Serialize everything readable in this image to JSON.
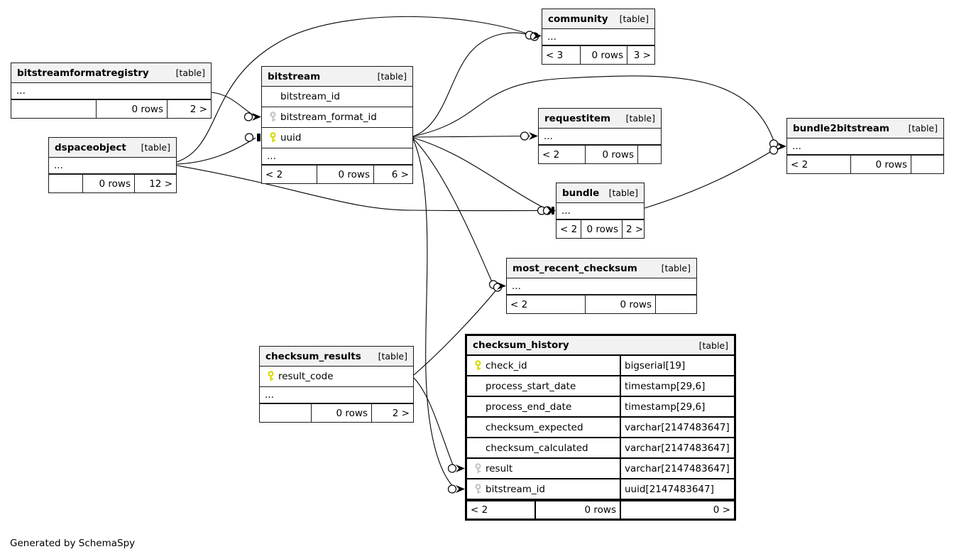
{
  "generator_note": "Generated by SchemaSpy",
  "colors": {
    "primary_key": "#d8d800",
    "foreign_key": "#c4c4c4",
    "header_bg": "#f2f2f2"
  },
  "tables": [
    {
      "id": "bitstreamformatregistry",
      "title": "bitstreamformatregistry",
      "badge": "[table]",
      "rows": [
        {
          "name": "...",
          "key": "none"
        }
      ],
      "footer": [
        "",
        "0 rows",
        "2 >"
      ]
    },
    {
      "id": "dspaceobject",
      "title": "dspaceobject",
      "badge": "[table]",
      "rows": [
        {
          "name": "...",
          "key": "none"
        }
      ],
      "footer": [
        "",
        "0 rows",
        "12 >"
      ]
    },
    {
      "id": "bitstream",
      "title": "bitstream",
      "badge": "[table]",
      "rows": [
        {
          "name": "bitstream_id",
          "key": "none"
        },
        {
          "name": "bitstream_format_id",
          "key": "fk"
        },
        {
          "name": "uuid",
          "key": "pk"
        },
        {
          "name": "...",
          "key": "none"
        }
      ],
      "footer": [
        "< 2",
        "0 rows",
        "6 >"
      ]
    },
    {
      "id": "community",
      "title": "community",
      "badge": "[table]",
      "rows": [
        {
          "name": "...",
          "key": "none"
        }
      ],
      "footer": [
        "< 3",
        "0 rows",
        "3 >"
      ]
    },
    {
      "id": "requestitem",
      "title": "requestitem",
      "badge": "[table]",
      "rows": [
        {
          "name": "...",
          "key": "none"
        }
      ],
      "footer": [
        "< 2",
        "0 rows",
        ""
      ]
    },
    {
      "id": "bundle2bitstream",
      "title": "bundle2bitstream",
      "badge": "[table]",
      "rows": [
        {
          "name": "...",
          "key": "none"
        }
      ],
      "footer": [
        "< 2",
        "0 rows",
        ""
      ]
    },
    {
      "id": "bundle",
      "title": "bundle",
      "badge": "[table]",
      "rows": [
        {
          "name": "...",
          "key": "none"
        }
      ],
      "footer": [
        "< 2",
        "0 rows",
        "2 >"
      ]
    },
    {
      "id": "most_recent_checksum",
      "title": "most_recent_checksum",
      "badge": "[table]",
      "rows": [
        {
          "name": "...",
          "key": "none"
        }
      ],
      "footer": [
        "< 2",
        "0 rows",
        ""
      ]
    },
    {
      "id": "checksum_results",
      "title": "checksum_results",
      "badge": "[table]",
      "rows": [
        {
          "name": "result_code",
          "key": "pk"
        },
        {
          "name": "...",
          "key": "none"
        }
      ],
      "footer": [
        "",
        "0 rows",
        "2 >"
      ]
    },
    {
      "id": "checksum_history",
      "title": "checksum_history",
      "badge": "[table]",
      "rows": [
        {
          "name": "check_id",
          "key": "pk",
          "type": "bigserial[19]"
        },
        {
          "name": "process_start_date",
          "key": "none",
          "type": "timestamp[29,6]"
        },
        {
          "name": "process_end_date",
          "key": "none",
          "type": "timestamp[29,6]"
        },
        {
          "name": "checksum_expected",
          "key": "none",
          "type": "varchar[2147483647]"
        },
        {
          "name": "checksum_calculated",
          "key": "none",
          "type": "varchar[2147483647]"
        },
        {
          "name": "result",
          "key": "fk",
          "type": "varchar[2147483647]"
        },
        {
          "name": "bitstream_id",
          "key": "fk",
          "type": "uuid[2147483647]"
        }
      ],
      "footer": [
        "< 2",
        "0 rows",
        "0 >"
      ]
    }
  ]
}
